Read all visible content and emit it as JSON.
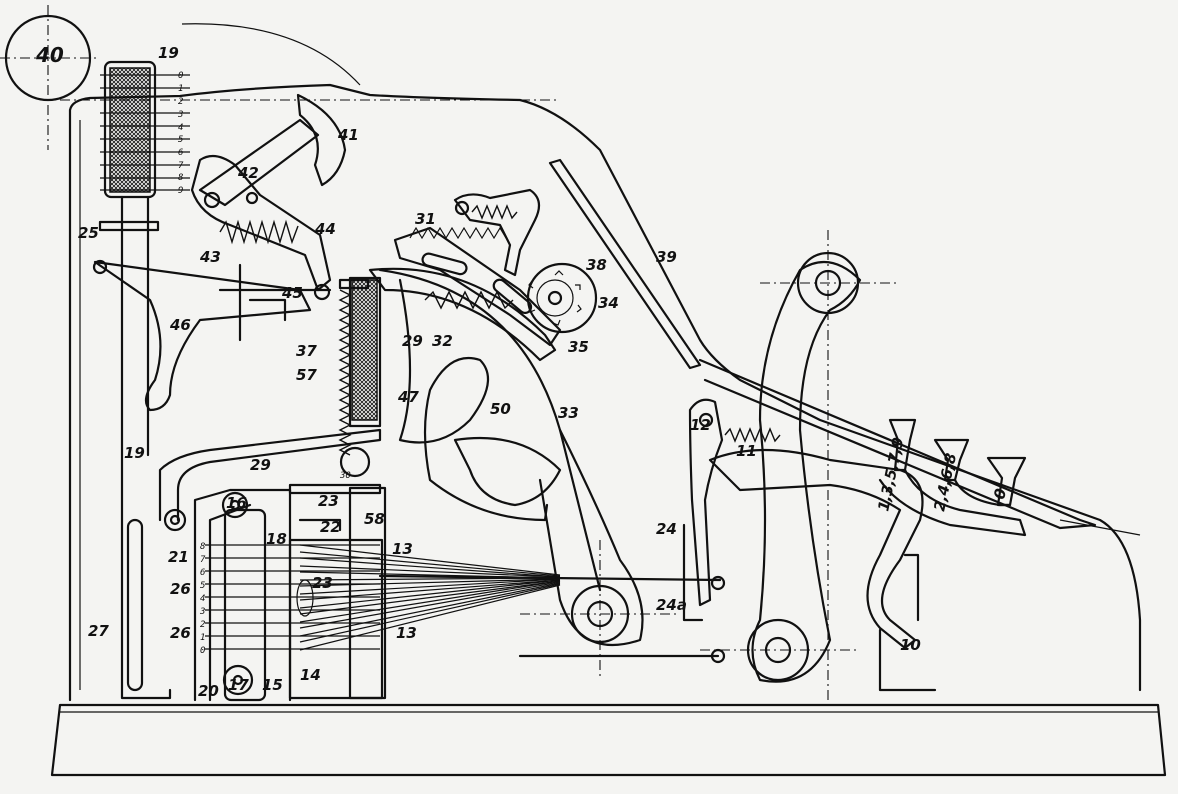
{
  "labels": {
    "l40": "40",
    "l19a": "19",
    "l19b": "19",
    "l41": "41",
    "l42": "42",
    "l43": "43",
    "l44": "44",
    "l45": "45",
    "l46": "46",
    "l25": "25",
    "l31": "31",
    "l32": "32",
    "l33": "33",
    "l34": "34",
    "l35": "35",
    "l37": "37",
    "l38": "38",
    "l39": "39",
    "l47": "47",
    "l50": "50",
    "l57": "57",
    "l29a": "29",
    "l29b": "29",
    "l30": "30",
    "l23a": "23",
    "l23b": "23",
    "l22": "22",
    "l58": "58",
    "l21": "21",
    "l16": "16",
    "l18": "18",
    "l26a": "26",
    "l26b": "26",
    "l27": "27",
    "l20": "20",
    "l17": "17",
    "l15": "15",
    "l14": "14",
    "l13a": "13",
    "l13b": "13",
    "l24": "24",
    "l24a": "24a",
    "l12": "12",
    "l11": "11",
    "l10": "10",
    "key1": "1,3,5,7,9",
    "key2": "2,4,6,8",
    "key3": "0"
  },
  "scale_digits": [
    "0",
    "1",
    "2",
    "3",
    "4",
    "5",
    "6",
    "7",
    "8",
    "9"
  ],
  "stack_digits": [
    "8",
    "7",
    "6",
    "5",
    "4",
    "3",
    "2",
    "1",
    "0"
  ]
}
